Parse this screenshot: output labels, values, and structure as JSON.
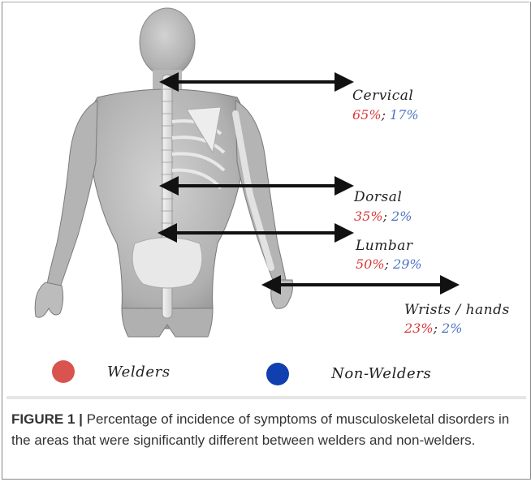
{
  "regions": [
    {
      "name": "Cervical",
      "welders": "65%",
      "non_welders": "17%",
      "sep": ";"
    },
    {
      "name": "Dorsal",
      "welders": "35%",
      "non_welders": "2%",
      "sep": ";"
    },
    {
      "name": "Lumbar",
      "welders": "50%",
      "non_welders": "29%",
      "sep": ";"
    },
    {
      "name": "Wrists / hands",
      "welders": "23%",
      "non_welders": "2%",
      "sep": ";"
    }
  ],
  "legend": [
    {
      "label": "Welders",
      "color": "#d9534f"
    },
    {
      "label": "Non-Welders",
      "color": "#1040b0"
    }
  ],
  "caption": {
    "figure_label": "FIGURE 1 |",
    "text": "Percentage of incidence of symptoms of musculoskeletal disorders in the areas that were significantly different between welders and non-welders."
  }
}
